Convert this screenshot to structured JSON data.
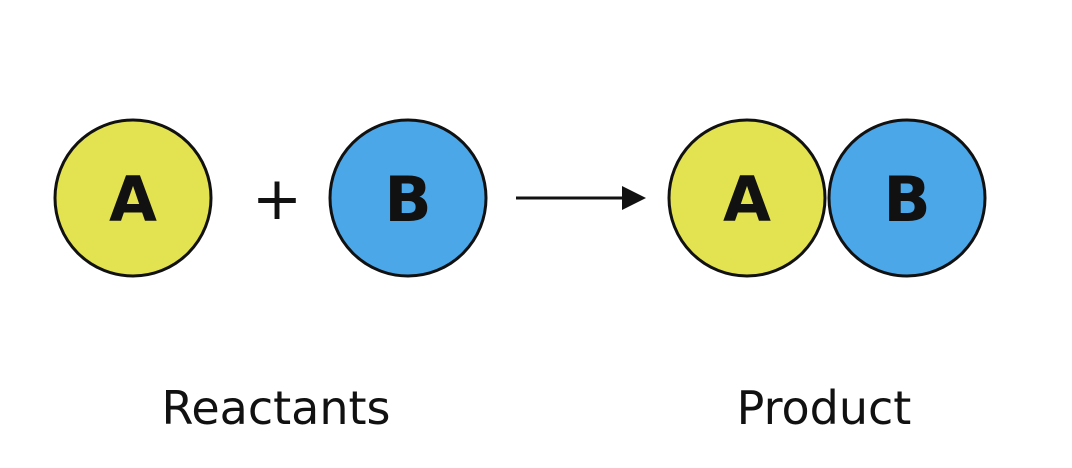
{
  "colors": {
    "atom_a": "#e3e250",
    "atom_b": "#4ca7e8",
    "stroke": "#111111"
  },
  "reactants": {
    "atom_a_label": "A",
    "operator": "+",
    "atom_b_label": "B",
    "caption": "Reactants"
  },
  "reaction": {
    "arrow_icon": "right-arrow"
  },
  "product": {
    "atom_a_label": "A",
    "atom_b_label": "B",
    "caption": "Product"
  }
}
